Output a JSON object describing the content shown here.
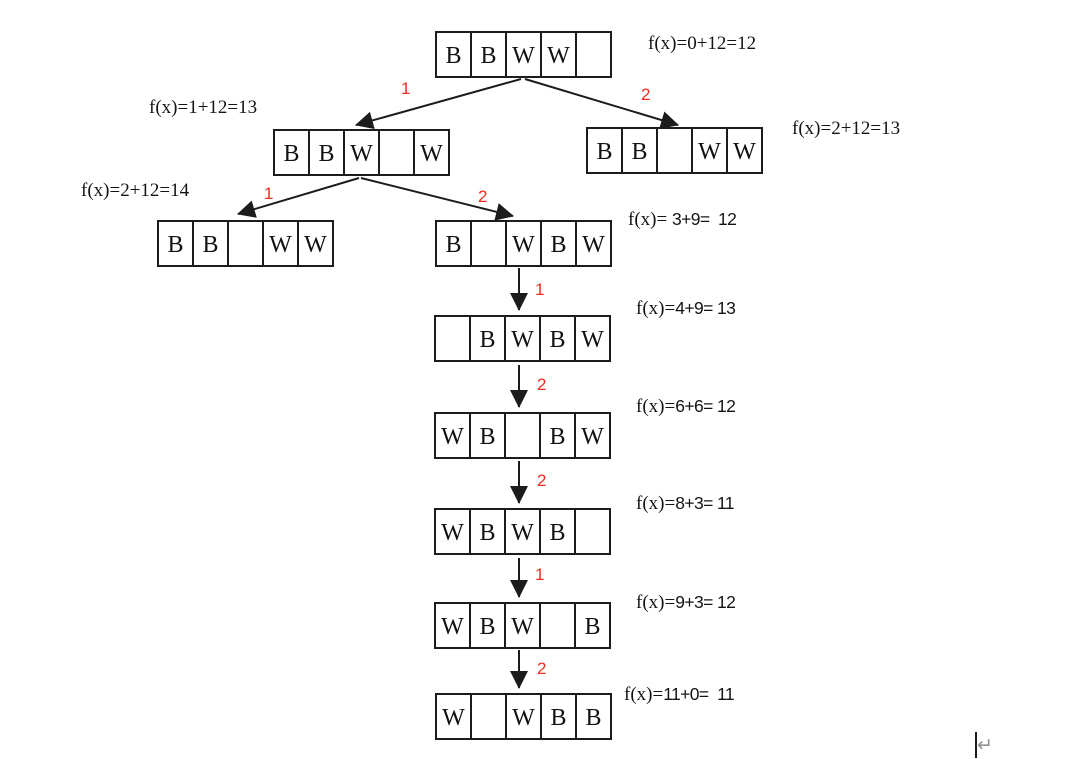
{
  "diagram": {
    "description": "A* search tree for 5-cell B/W tile puzzle",
    "colors": {
      "line": "#1c1c1c",
      "cost_red": "#ef2b20",
      "caret_gray": "#8f8f8f"
    },
    "caret_symbol": "↵",
    "nodes": [
      {
        "cells": [
          "B",
          "B",
          "W",
          "W",
          ""
        ],
        "f_serif": "f(x)=0+12=12",
        "f_sans": ""
      },
      {
        "cells": [
          "B",
          "B",
          "W",
          "",
          "W"
        ],
        "f_serif": "f(x)=1+12=13",
        "f_sans": ""
      },
      {
        "cells": [
          "B",
          "B",
          "",
          "W",
          "W"
        ],
        "f_serif": "f(x)=2+12=13",
        "f_sans": ""
      },
      {
        "cells": [
          "B",
          "B",
          "",
          "W",
          "W"
        ],
        "f_serif": "f(x)=2+12=14",
        "f_sans": ""
      },
      {
        "cells": [
          "B",
          "",
          "W",
          "B",
          "W"
        ],
        "f_serif": "f(x)= ",
        "f_sans": "3+9=  12"
      },
      {
        "cells": [
          "",
          "B",
          "W",
          "B",
          "W"
        ],
        "f_serif": "f(x)=",
        "f_sans": "4+9= 13"
      },
      {
        "cells": [
          "W",
          "B",
          "",
          "B",
          "W"
        ],
        "f_serif": "f(x)=",
        "f_sans": "6+6= 12"
      },
      {
        "cells": [
          "W",
          "B",
          "W",
          "B",
          ""
        ],
        "f_serif": "f(x)=",
        "f_sans": "8+3= 11"
      },
      {
        "cells": [
          "W",
          "B",
          "W",
          "",
          "B"
        ],
        "f_serif": "f(x)=",
        "f_sans": "9+3= 12"
      },
      {
        "cells": [
          "W",
          "",
          "W",
          "B",
          "B"
        ],
        "f_serif": "f(x)=",
        "f_sans": "11+0=  11"
      }
    ],
    "edges": [
      {
        "from": 0,
        "to": 1,
        "cost": "1"
      },
      {
        "from": 0,
        "to": 2,
        "cost": "2"
      },
      {
        "from": 1,
        "to": 3,
        "cost": "1"
      },
      {
        "from": 1,
        "to": 4,
        "cost": "2"
      },
      {
        "from": 4,
        "to": 5,
        "cost": "1"
      },
      {
        "from": 5,
        "to": 6,
        "cost": "2"
      },
      {
        "from": 6,
        "to": 7,
        "cost": "2"
      },
      {
        "from": 7,
        "to": 8,
        "cost": "1"
      },
      {
        "from": 8,
        "to": 9,
        "cost": "2"
      }
    ]
  }
}
